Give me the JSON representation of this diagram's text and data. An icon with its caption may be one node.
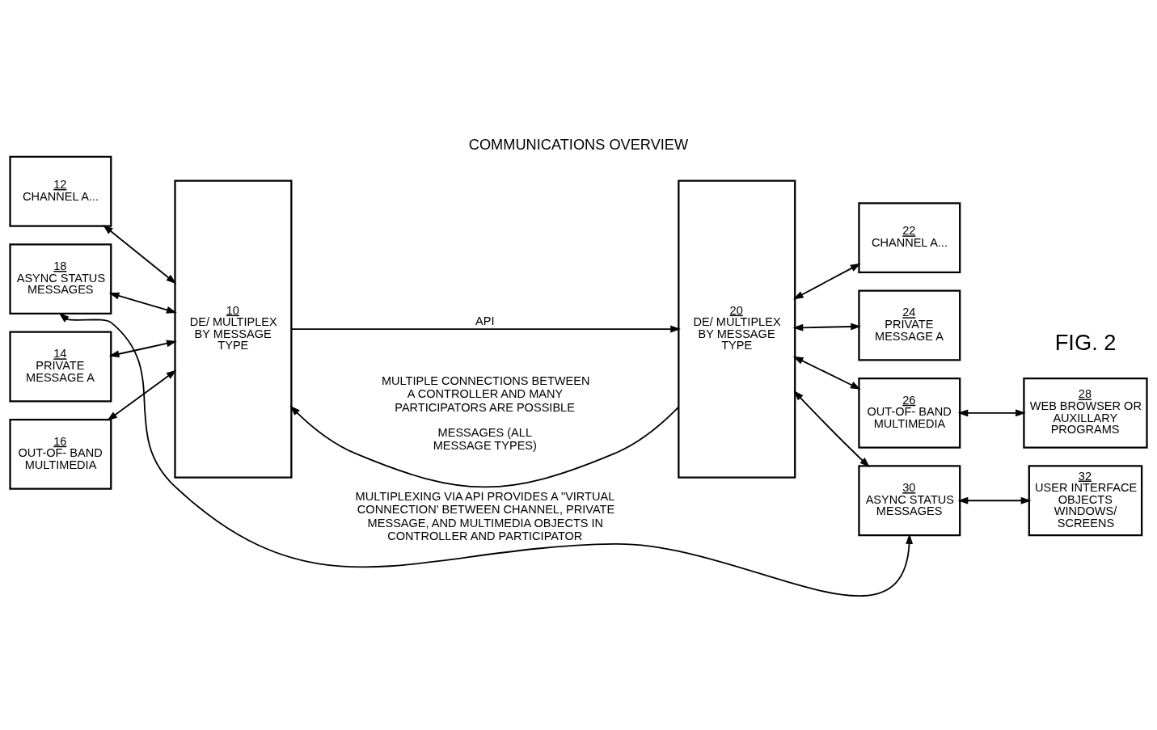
{
  "diagram": {
    "title": "COMMUNICATIONS OVERVIEW",
    "nodes": [
      {
        "text": [
          "12",
          "CHANNEL A..."
        ]
      },
      {
        "text": [
          "14",
          "PRIVATE MESSAGE A"
        ]
      },
      {
        "text": [
          "16",
          "OUT-OF- BAND MULTIMEDIA"
        ]
      },
      {
        "text": [
          "18",
          "ASYNC STATUS MESSAGES"
        ]
      },
      {
        "text": [
          "10",
          "DE/ MULTIPLEX BY MESSAGE TYPE"
        ]
      },
      {
        "text": [
          "20",
          "DE/ MULTIPLEX BY MESSAGE TYPE"
        ]
      },
      {
        "text": [
          "22",
          "CHANNEL A..."
        ]
      },
      {
        "text": [
          "24",
          "PRIVATE MESSAGE A"
        ]
      },
      {
        "text": [
          "26",
          "OUT-OF- BAND MULTIMEDIA"
        ]
      },
      {
        "text": [
          "30",
          "ASYNC STATUS MESSAGES"
        ]
      },
      {
        "text": [
          "28",
          "WEB BROWSER OR AUXILLARY PROGRAMS"
        ]
      },
      {
        "text": [
          "32",
          "USER INTERFACE OBJECTS WINDOWS/ SCREENS"
        ]
      }
    ],
    "edges": [
      {
        "from": 0,
        "to": 4,
        "arrow": "both"
      },
      {
        "from": 1,
        "to": 4,
        "arrow": "both"
      },
      {
        "from": 2,
        "to": 4,
        "arrow": "both"
      },
      {
        "from": 3,
        "to": 4,
        "arrow": "both"
      },
      {
        "from": 4,
        "to": 5,
        "arrow": "to",
        "label": "API"
      },
      {
        "from": 5,
        "to": 4,
        "arrow": "to",
        "label": "MESSAGES (ALL MESSAGE TYPES)"
      },
      {
        "from": 5,
        "to": 6,
        "arrow": "both"
      },
      {
        "from": 5,
        "to": 7,
        "arrow": "both"
      },
      {
        "from": 5,
        "to": 8,
        "arrow": "both"
      },
      {
        "from": 5,
        "to": 9,
        "arrow": "both"
      },
      {
        "from": 8,
        "to": 10,
        "arrow": "both"
      },
      {
        "from": 9,
        "to": 11,
        "arrow": "both"
      },
      {
        "from": 3,
        "to": 9,
        "arrow": "both",
        "label": "MULTIPLEXING VIA API PROVIDES A \"VIRTUAL CONNECTION' BETWEEN CHANNEL, PRIVATE MESSAGE, AND MULTIMEDIA OBJECTS IN CONTROLLER AND PARTICIPATOR"
      }
    ],
    "labels": [
      "FIG. 2",
      "MULTIPLE CONNECTIONS BETWEEN A CONTROLLER AND MANY PARTICIPATORS ARE POSSIBLE"
    ]
  }
}
